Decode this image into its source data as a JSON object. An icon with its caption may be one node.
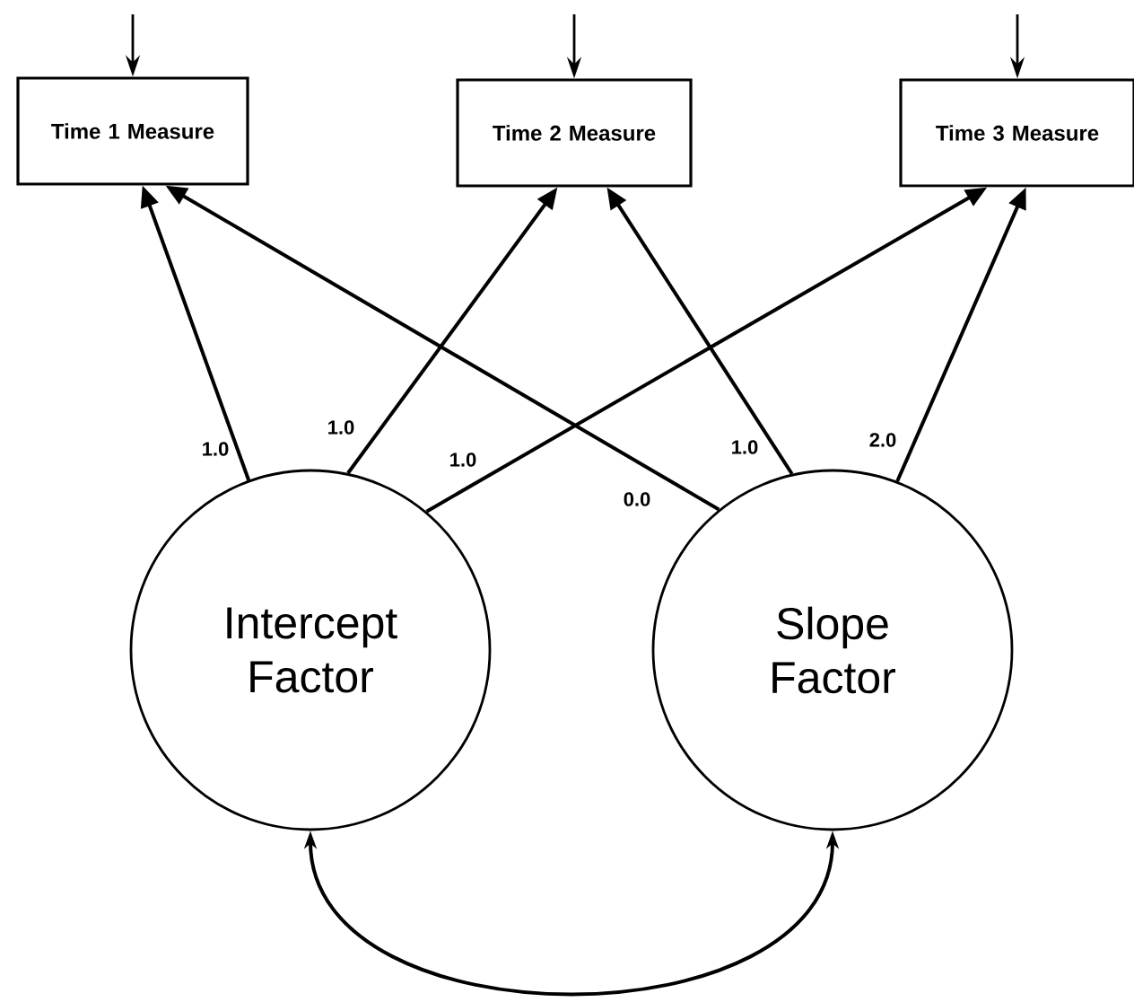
{
  "diagram": {
    "nodes": [
      {
        "text": [
          "Time 1 Measure"
        ]
      },
      {
        "text": [
          "Time 2 Measure"
        ]
      },
      {
        "text": [
          "Time 3 Measure"
        ]
      },
      {
        "text": [
          "Intercept Factor"
        ]
      },
      {
        "text": [
          "Slope Factor"
        ]
      }
    ],
    "edges": [
      {
        "from": 3,
        "to": 0,
        "arrow": "to",
        "label": "1.0"
      },
      {
        "from": 3,
        "to": 1,
        "arrow": "to",
        "label": "1.0"
      },
      {
        "from": 3,
        "to": 2,
        "arrow": "to",
        "label": "1.0"
      },
      {
        "from": 4,
        "to": 0,
        "arrow": "to",
        "label": "0.0"
      },
      {
        "from": 4,
        "to": 1,
        "arrow": "to",
        "label": "1.0"
      },
      {
        "from": 4,
        "to": 2,
        "arrow": "to",
        "label": "2.0"
      },
      {
        "from": 3,
        "to": 4,
        "arrow": "both"
      },
      {
        "from": null,
        "to": 0,
        "arrow": "to"
      },
      {
        "from": null,
        "to": 1,
        "arrow": "to"
      },
      {
        "from": null,
        "to": 2,
        "arrow": "to"
      }
    ]
  }
}
